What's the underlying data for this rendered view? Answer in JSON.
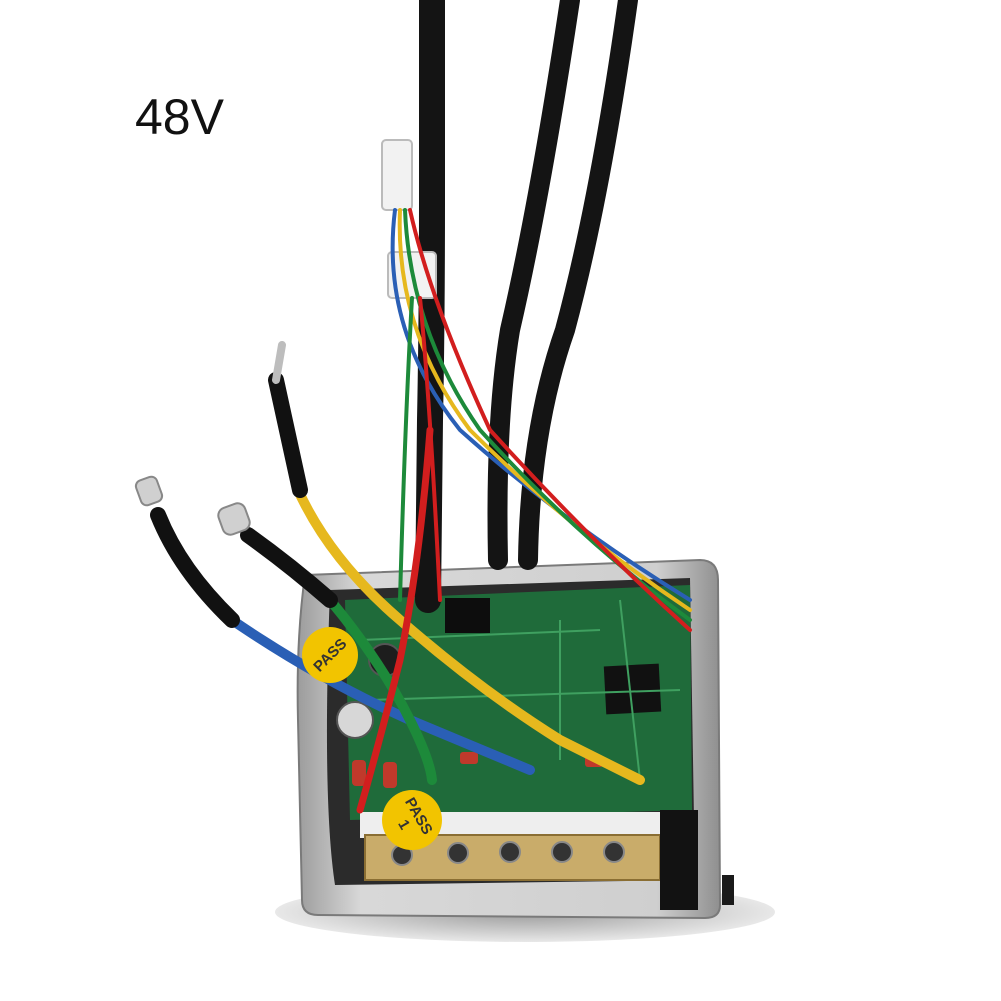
{
  "image": {
    "label": "48V",
    "stickers": [
      {
        "text": "PASS"
      },
      {
        "text": "PASS",
        "subtext": "1"
      }
    ]
  },
  "colors": {
    "background": "#ffffff",
    "casing": "#c9c9c9",
    "pcb": "#1f6b3a",
    "wire_black": "#141414",
    "wire_yellow": "#e6b81e",
    "wire_blue": "#2a5fb5",
    "wire_green": "#1d8a3a",
    "wire_red": "#d21e1e",
    "sticker": "#f2c400"
  }
}
